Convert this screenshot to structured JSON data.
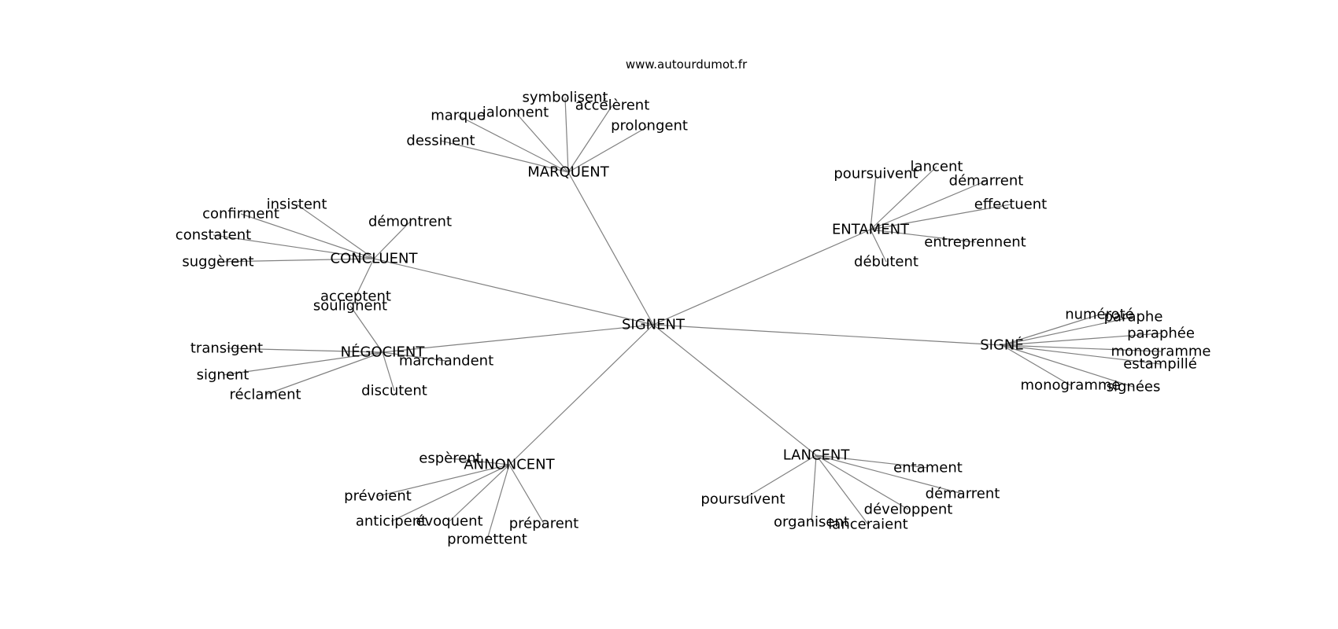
{
  "source": "www.autourdumot.fr",
  "center": "SIGNENT",
  "groups": [
    {
      "hub": "MARQUENT",
      "leaves": [
        "dessinent",
        "marque",
        "jalonnent",
        "symbolisent",
        "accélèrent",
        "prolongent"
      ]
    },
    {
      "hub": "ENTAMENT",
      "leaves": [
        "poursuivent",
        "lancent",
        "démarrent",
        "effectuent",
        "entreprennent",
        "débutent"
      ]
    },
    {
      "hub": "CONCLUENT",
      "leaves": [
        "insistent",
        "confirment",
        "constatent",
        "suggèrent",
        "démontrent",
        "acceptent"
      ]
    },
    {
      "hub": "NÉGOCIENT",
      "leaves": [
        "soulignent",
        "transigent",
        "signent",
        "réclament",
        "discutent",
        "marchandent"
      ]
    },
    {
      "hub": "SIGNÉ",
      "leaves": [
        "numéroté",
        "paraphe",
        "paraphée",
        "monogramme",
        "estampillé",
        "signées",
        "monogramme"
      ]
    },
    {
      "hub": "ANNONCENT",
      "leaves": [
        "espèrent",
        "prévoient",
        "anticipent",
        "évoquent",
        "promettent",
        "préparent"
      ]
    },
    {
      "hub": "LANCENT",
      "leaves": [
        "entament",
        "démarrent",
        "développent",
        "lanceraient",
        "organisent",
        "poursuivent"
      ]
    }
  ]
}
